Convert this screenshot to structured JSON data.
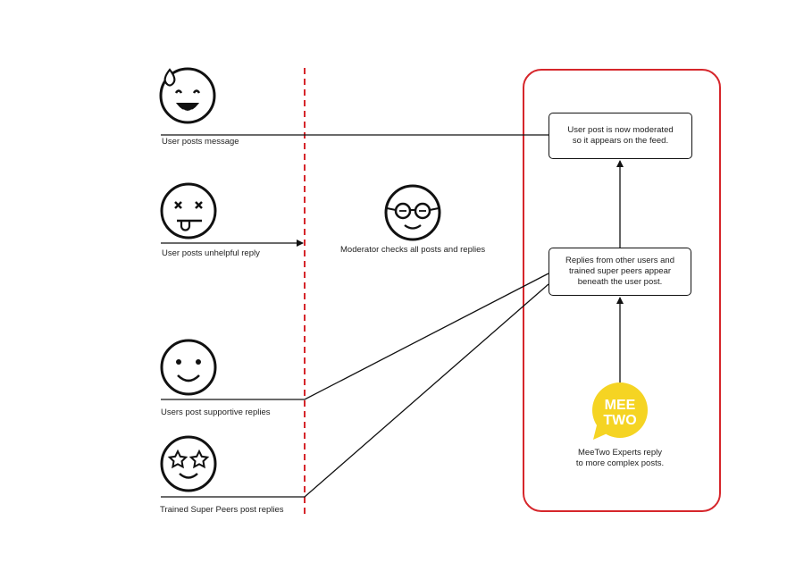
{
  "labels": {
    "user_posts_message": "User posts message",
    "user_posts_unhelpful": "User posts unhelpful reply",
    "users_post_supportive": "Users post supportive replies",
    "trained_super_peers": "Trained Super Peers post replies",
    "moderator": "Moderator checks all posts and replies",
    "experts_line1": "MeeTwo Experts reply",
    "experts_line2": "to more complex posts."
  },
  "boxes": {
    "moderated": [
      "User post is now moderated",
      "so it appears on the feed."
    ],
    "replies": [
      "Replies from other users and",
      "trained super peers appear",
      "beneath the user post."
    ]
  },
  "logo": {
    "line1": "MEE",
    "line2": "TWO"
  },
  "colors": {
    "accent": "#d6262b",
    "logo_yellow": "#f5d423",
    "stroke": "#111111"
  },
  "icons": [
    "sweat-smile-icon",
    "dizzy-tongue-icon",
    "glasses-face-icon",
    "smile-icon",
    "star-eyes-icon",
    "meetwo-logo-icon"
  ]
}
